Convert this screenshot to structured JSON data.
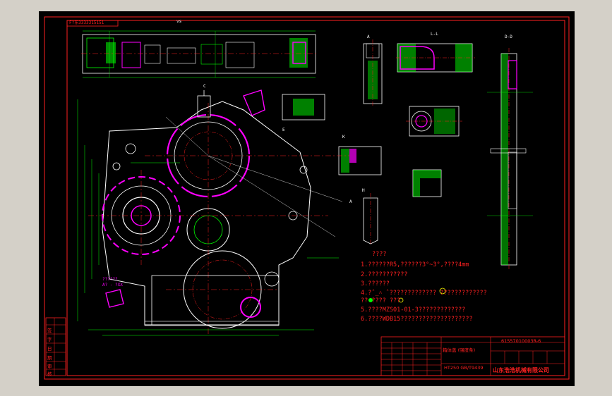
{
  "drawing": {
    "corner_code": "F?东3333315151",
    "section_labels": {
      "vs": "vs",
      "ll": "L-L",
      "dd": "D-D",
      "c": "C",
      "e": "E",
      "a": "A",
      "h": "H",
      "k": "K",
      "a2": "A"
    },
    "detail_label": "??????",
    "detail_scale": "A? - ?XX"
  },
  "notes": {
    "heading": "????",
    "items": [
      "1.??????R5,??????3°~3°,????4mm",
      "2.???????????",
      "3.??????",
      "4.?ˆ_˄  ˆ?????????????  ?????????????",
      "??  ????  ???",
      "5.????MZS01-01-3?????????????",
      "6.????WDB15????????????????????"
    ]
  },
  "title_block": {
    "drawing_no": "61557010003R-6",
    "part_name": "箱体盖  (强度条)",
    "material": "HT250 GB/T9439",
    "company": "山东浩浩机械有限公司",
    "side_left_labels": [
      "签",
      "字",
      "日",
      "期",
      "审",
      "核"
    ]
  },
  "colors": {
    "background": "#000000",
    "frame": "#ff2020",
    "geometry": "#ffffff",
    "hatch": "#00ff00",
    "highlight": "#ff00ff",
    "center_line": "#ff2020",
    "dimension": "#00ff00",
    "window_chrome": "#d4d0c8"
  }
}
